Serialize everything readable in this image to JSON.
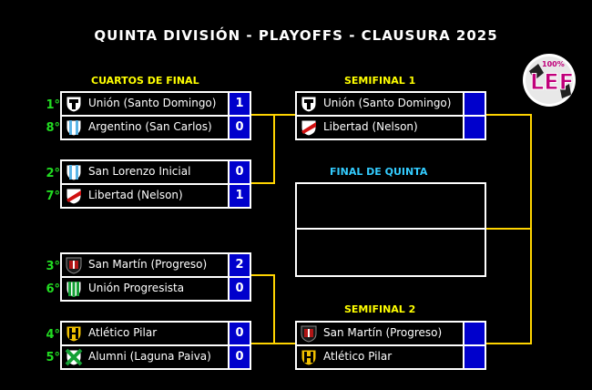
{
  "title": "QUINTA DIVISIÓN - PLAYOFFS - CLAUSURA 2025",
  "rounds": {
    "quarter": "CUARTOS DE FINAL",
    "semi1": "SEMIFINAL 1",
    "final": "FINAL DE QUINTA",
    "semi2": "SEMIFINAL 2"
  },
  "logo": {
    "text": "LEF",
    "top": "100%"
  },
  "colors": {
    "connector": "#ffd400",
    "score_bg": "#0000cc",
    "seed": "#22dd22",
    "round_label": "#ffff00",
    "final_label": "#33ccff"
  },
  "quarterfinals": [
    {
      "team1": {
        "seed": "1°",
        "name": "Unión (Santo Domingo)",
        "score": "1",
        "icon": "union-shield-icon"
      },
      "team2": {
        "seed": "8°",
        "name": "Argentino (San Carlos)",
        "score": "0",
        "icon": "argentino-shield-icon"
      }
    },
    {
      "team1": {
        "seed": "2°",
        "name": "San Lorenzo Inicial",
        "score": "0",
        "icon": "san-lorenzo-shield-icon"
      },
      "team2": {
        "seed": "7°",
        "name": "Libertad (Nelson)",
        "score": "1",
        "icon": "libertad-shield-icon"
      }
    },
    {
      "team1": {
        "seed": "3°",
        "name": "San Martín (Progreso)",
        "score": "2",
        "icon": "san-martin-shield-icon"
      },
      "team2": {
        "seed": "6°",
        "name": "Unión Progresista",
        "score": "0",
        "icon": "union-progresista-shield-icon"
      }
    },
    {
      "team1": {
        "seed": "4°",
        "name": "Atlético Pilar",
        "score": "0",
        "icon": "atletico-pilar-shield-icon"
      },
      "team2": {
        "seed": "5°",
        "name": "Alumni (Laguna Paiva)",
        "score": "0",
        "icon": "alumni-shield-icon"
      }
    }
  ],
  "semifinals": [
    {
      "team1": {
        "name": "Unión (Santo Domingo)",
        "score": ""
      },
      "team2": {
        "name": "Libertad (Nelson)",
        "score": ""
      }
    },
    {
      "team1": {
        "name": "San Martín (Progreso)",
        "score": ""
      },
      "team2": {
        "name": "Atlético Pilar",
        "score": ""
      }
    }
  ]
}
